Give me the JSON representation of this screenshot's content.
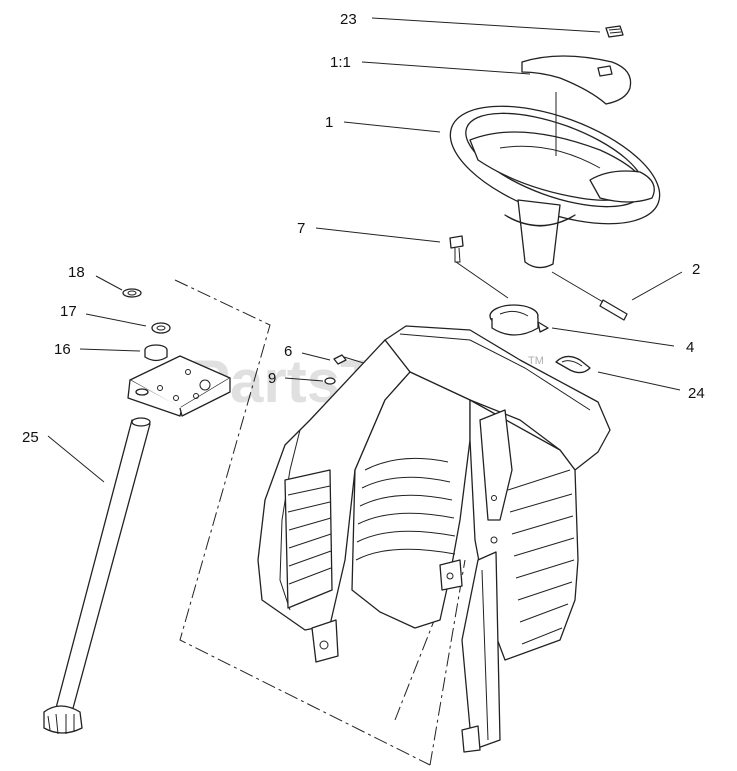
{
  "watermark": {
    "text": "PartsTree",
    "mark": "TM"
  },
  "callouts": {
    "c23": "23",
    "c1_1": "1:1",
    "c1": "1",
    "c7": "7",
    "c2": "2",
    "c4": "4",
    "c24": "24",
    "c18": "18",
    "c17": "17",
    "c16": "16",
    "c6": "6",
    "c9": "9",
    "c25": "25"
  }
}
